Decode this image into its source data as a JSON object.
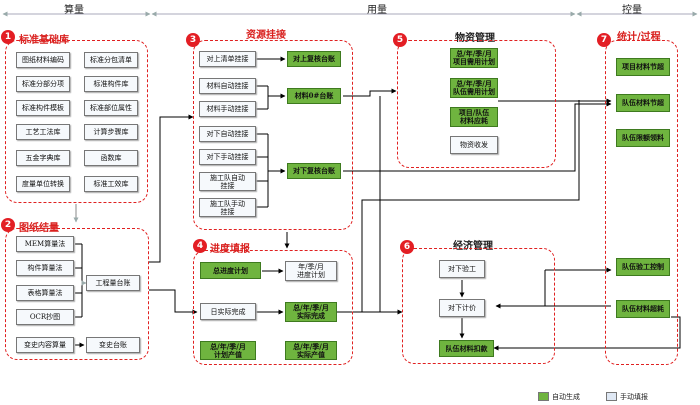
{
  "phases": {
    "calc": "算量",
    "use": "用量",
    "control": "控量"
  },
  "sections": [
    {
      "num": "1",
      "title": "标准基础库"
    },
    {
      "num": "2",
      "title": "图纸结量"
    },
    {
      "num": "3",
      "title": "资源挂接"
    },
    {
      "num": "4",
      "title": "进度填报"
    },
    {
      "num": "5",
      "title": "物资管理"
    },
    {
      "num": "6",
      "title": "经济管理"
    },
    {
      "num": "7",
      "title": "统计/过程"
    }
  ],
  "s1": [
    "图纸材料编码",
    "标准分包清单",
    "标准分部分项",
    "标准构件库",
    "标准构件模板",
    "标准部位属性",
    "工艺工法库",
    "计算步骤库",
    "五金字典库",
    "函数库",
    "度量单位转换",
    "标准工效库"
  ],
  "s2": [
    "MEM算量法",
    "构件算量法",
    "表格算量法",
    "OCR抄图",
    "工程量台账",
    "变史内容算量",
    "变史台账"
  ],
  "s3": [
    "对上清单挂接",
    "对上复核台账",
    "材料自动挂接",
    "材料手动挂接",
    "材料0#台账",
    "对下自动挂接",
    "对下手动挂接",
    "施工队自动\n挂接",
    "施工队手动\n挂接",
    "对下复核台账"
  ],
  "s4": [
    "总进度计划",
    "年/季/月\n进度计划",
    "日实际完成",
    "总/年/季/月\n实际完成",
    "总/年/季/月\n计划产值",
    "总/年/季/月\n实际产值"
  ],
  "s5": [
    "总/年/季/月\n项目需用计划",
    "总/年/季/月\n队伍需用计划",
    "项目/队伍\n材料应耗",
    "物资收发"
  ],
  "s6": [
    "对下验工",
    "对下计价",
    "队伍材料扣款"
  ],
  "s7": [
    "项目材料节超",
    "队伍材料节超",
    "队伍限额领料",
    "队伍验工控制",
    "队伍材料超耗"
  ],
  "legend": {
    "auto": "自动生成",
    "manual": "手动填报"
  },
  "colors": {
    "auto": "#6fb43f",
    "manual": "#dfe8f4",
    "accent": "#e31e24"
  }
}
